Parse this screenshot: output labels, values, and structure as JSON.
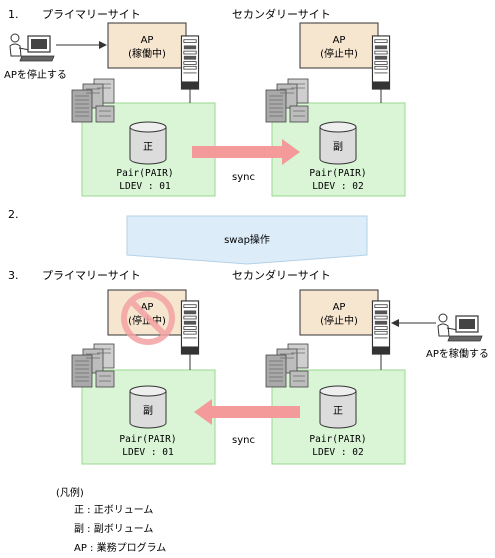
{
  "step1": {
    "number": "1.",
    "primary_site_label": "プライマリーサイト",
    "secondary_site_label": "セカンダリーサイト",
    "primary_ap": {
      "title": "AP",
      "status": "(稼働中)"
    },
    "secondary_ap": {
      "title": "AP",
      "status": "(停止中)"
    },
    "stop_ap_label": "APを停止する",
    "primary_volume": {
      "symbol": "正",
      "pair": "Pair(PAIR)",
      "ldev": "LDEV : 01"
    },
    "secondary_volume": {
      "symbol": "副",
      "pair": "Pair(PAIR)",
      "ldev": "LDEV : 02"
    },
    "sync_label": "sync"
  },
  "step2": {
    "number": "2.",
    "operation_label": "swap操作"
  },
  "step3": {
    "number": "3.",
    "primary_site_label": "プライマリーサイト",
    "secondary_site_label": "セカンダリーサイト",
    "primary_ap": {
      "title": "AP",
      "status": "(停止中)"
    },
    "secondary_ap": {
      "title": "AP",
      "status": "(停止中)"
    },
    "start_ap_label": "APを稼働する",
    "primary_volume": {
      "symbol": "副",
      "pair": "Pair(PAIR)",
      "ldev": "LDEV : 01"
    },
    "secondary_volume": {
      "symbol": "正",
      "pair": "Pair(PAIR)",
      "ldev": "LDEV : 02"
    },
    "sync_label": "sync"
  },
  "legend": {
    "title": "(凡例)",
    "items": [
      "正 : 正ボリューム",
      "副 : 副ボリューム",
      "AP : 業務プログラム"
    ]
  },
  "colors": {
    "site_box_fill": "#d9f5d6",
    "site_box_stroke": "#9ad890",
    "ap_box_fill": "#f6e6d0",
    "sync_arrow": "#f49a9a",
    "swap_arrow_fill": "#dcecf8",
    "prohibit_mark": "#f3a3a3"
  }
}
